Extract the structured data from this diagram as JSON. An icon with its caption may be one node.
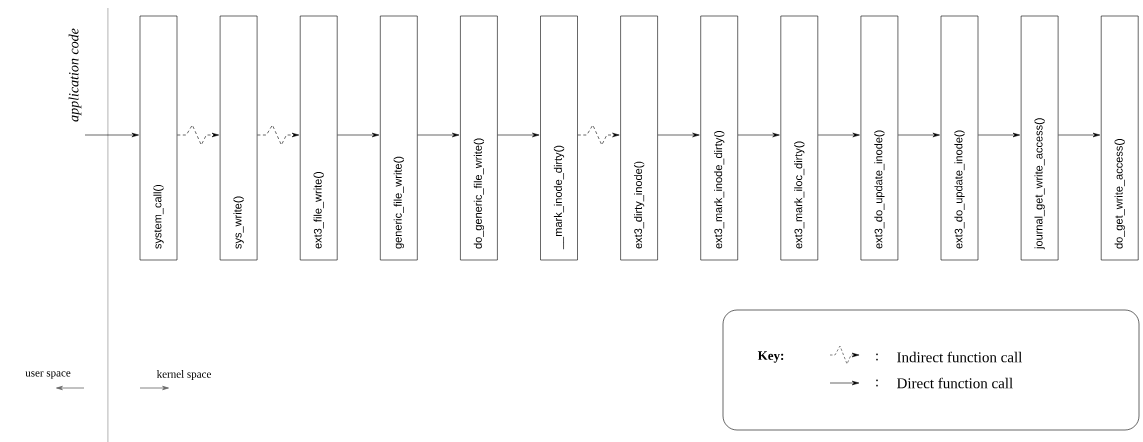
{
  "diagram": {
    "nodes": [
      {
        "text": [
          "system_call()"
        ]
      },
      {
        "text": [
          "sys_write()"
        ]
      },
      {
        "text": [
          "ext3_file_write()"
        ]
      },
      {
        "text": [
          "generic_file_write()"
        ]
      },
      {
        "text": [
          "do_generic_file_write()"
        ]
      },
      {
        "text": [
          "__mark_inode_dirty()"
        ]
      },
      {
        "text": [
          "ext3_dirty_inode()"
        ]
      },
      {
        "text": [
          "ext3_mark_inode_dirty()"
        ]
      },
      {
        "text": [
          "ext3_mark_iloc_dirty()"
        ]
      },
      {
        "text": [
          "ext3_do_update_inode()"
        ]
      },
      {
        "text": [
          "ext3_do_update_inode()"
        ]
      },
      {
        "text": [
          "journal_get_write_access()"
        ]
      },
      {
        "text": [
          "do_get_write_access()"
        ]
      }
    ],
    "edges": [
      {
        "from": null,
        "to": 0,
        "arrow": "to"
      },
      {
        "from": 0,
        "to": 1,
        "arrow": "to",
        "style": "dashed"
      },
      {
        "from": 1,
        "to": 2,
        "arrow": "to",
        "style": "dashed"
      },
      {
        "from": 2,
        "to": 3,
        "arrow": "to"
      },
      {
        "from": 3,
        "to": 4,
        "arrow": "to"
      },
      {
        "from": 4,
        "to": 5,
        "arrow": "to"
      },
      {
        "from": 5,
        "to": 6,
        "arrow": "to",
        "style": "dashed"
      },
      {
        "from": 6,
        "to": 7,
        "arrow": "to"
      },
      {
        "from": 7,
        "to": 8,
        "arrow": "to"
      },
      {
        "from": 8,
        "to": 9,
        "arrow": "to"
      },
      {
        "from": 9,
        "to": 10,
        "arrow": "to"
      },
      {
        "from": 10,
        "to": 11,
        "arrow": "to"
      },
      {
        "from": 11,
        "to": 12,
        "arrow": "to"
      }
    ],
    "labels": [
      "application code",
      "user space",
      "kernel space",
      "Key:",
      ":",
      ":"
    ],
    "legend": [
      {
        "text": "Indirect function call"
      },
      {
        "text": "Direct function call"
      }
    ]
  }
}
